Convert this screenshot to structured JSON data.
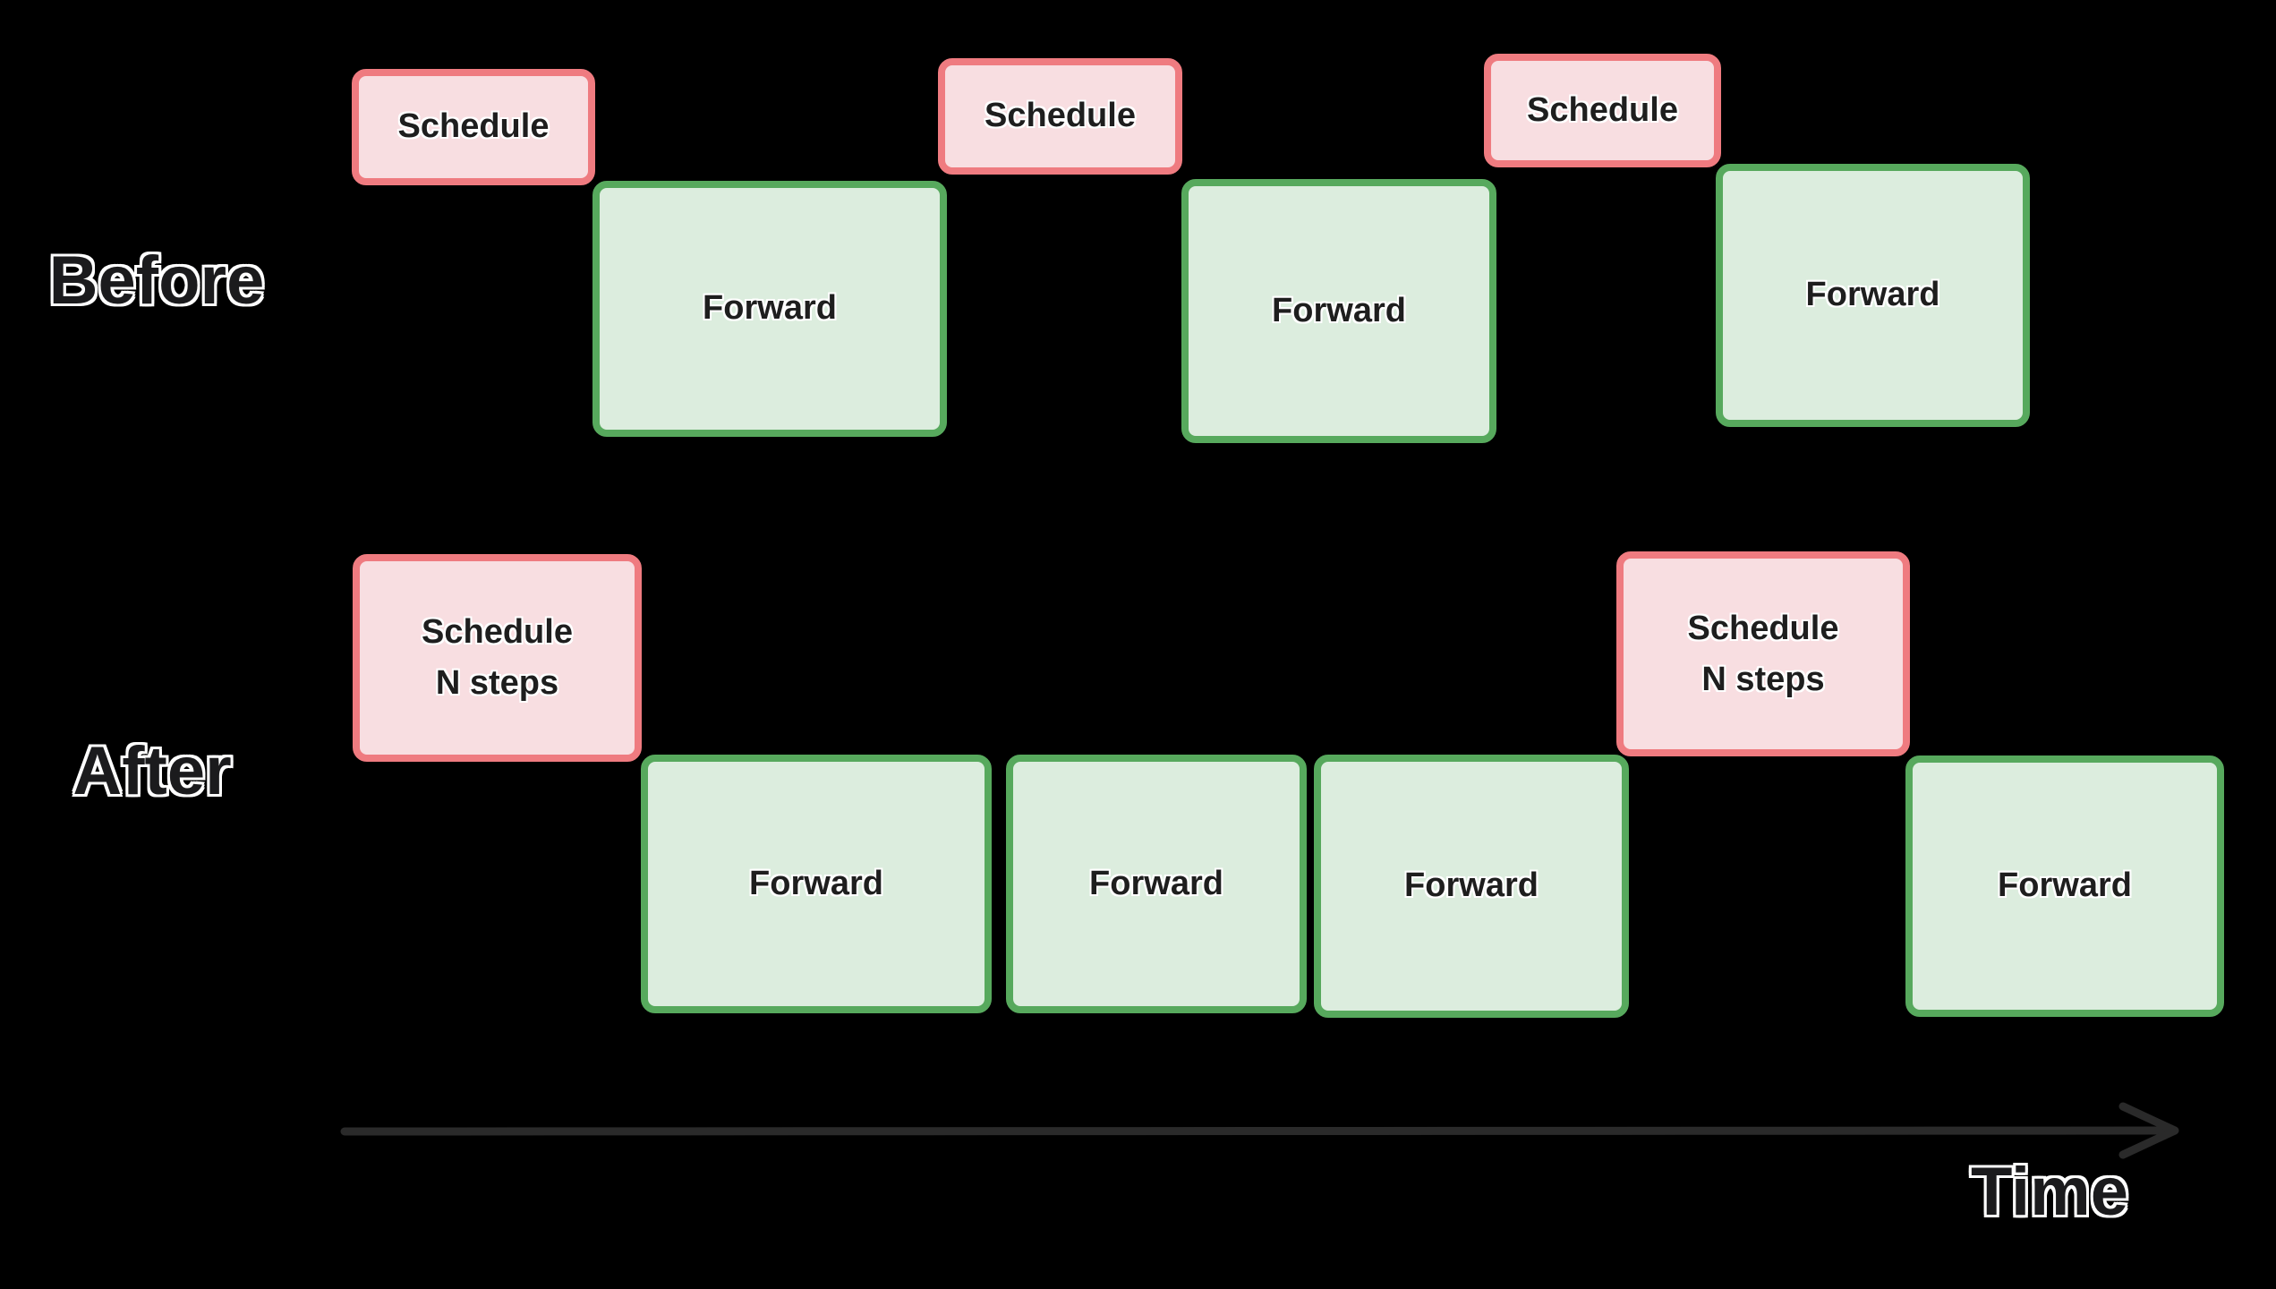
{
  "title": "Scheduling before vs after diagram",
  "colors": {
    "background": "#000000",
    "schedule_fill": "#f8dee1",
    "schedule_border": "#ef7b80",
    "forward_fill": "#dcedde",
    "forward_border": "#57a95d",
    "box_text": "#1e1e1e",
    "outline_label_fill": "#1b1b1d",
    "arrow_color": "#2a2a2a"
  },
  "before": {
    "label": "Before",
    "boxes": [
      {
        "kind": "schedule",
        "label": "Schedule"
      },
      {
        "kind": "forward",
        "label": "Forward"
      },
      {
        "kind": "schedule",
        "label": "Schedule"
      },
      {
        "kind": "forward",
        "label": "Forward"
      },
      {
        "kind": "schedule",
        "label": "Schedule"
      },
      {
        "kind": "forward",
        "label": "Forward"
      }
    ]
  },
  "after": {
    "label": "After",
    "boxes": [
      {
        "kind": "schedule",
        "line1": "Schedule",
        "line2": "N steps"
      },
      {
        "kind": "forward",
        "label": "Forward"
      },
      {
        "kind": "forward",
        "label": "Forward"
      },
      {
        "kind": "forward",
        "label": "Forward"
      },
      {
        "kind": "schedule",
        "line1": "Schedule",
        "line2": "N steps"
      },
      {
        "kind": "forward",
        "label": "Forward"
      }
    ]
  },
  "axis": {
    "label": "Time"
  }
}
